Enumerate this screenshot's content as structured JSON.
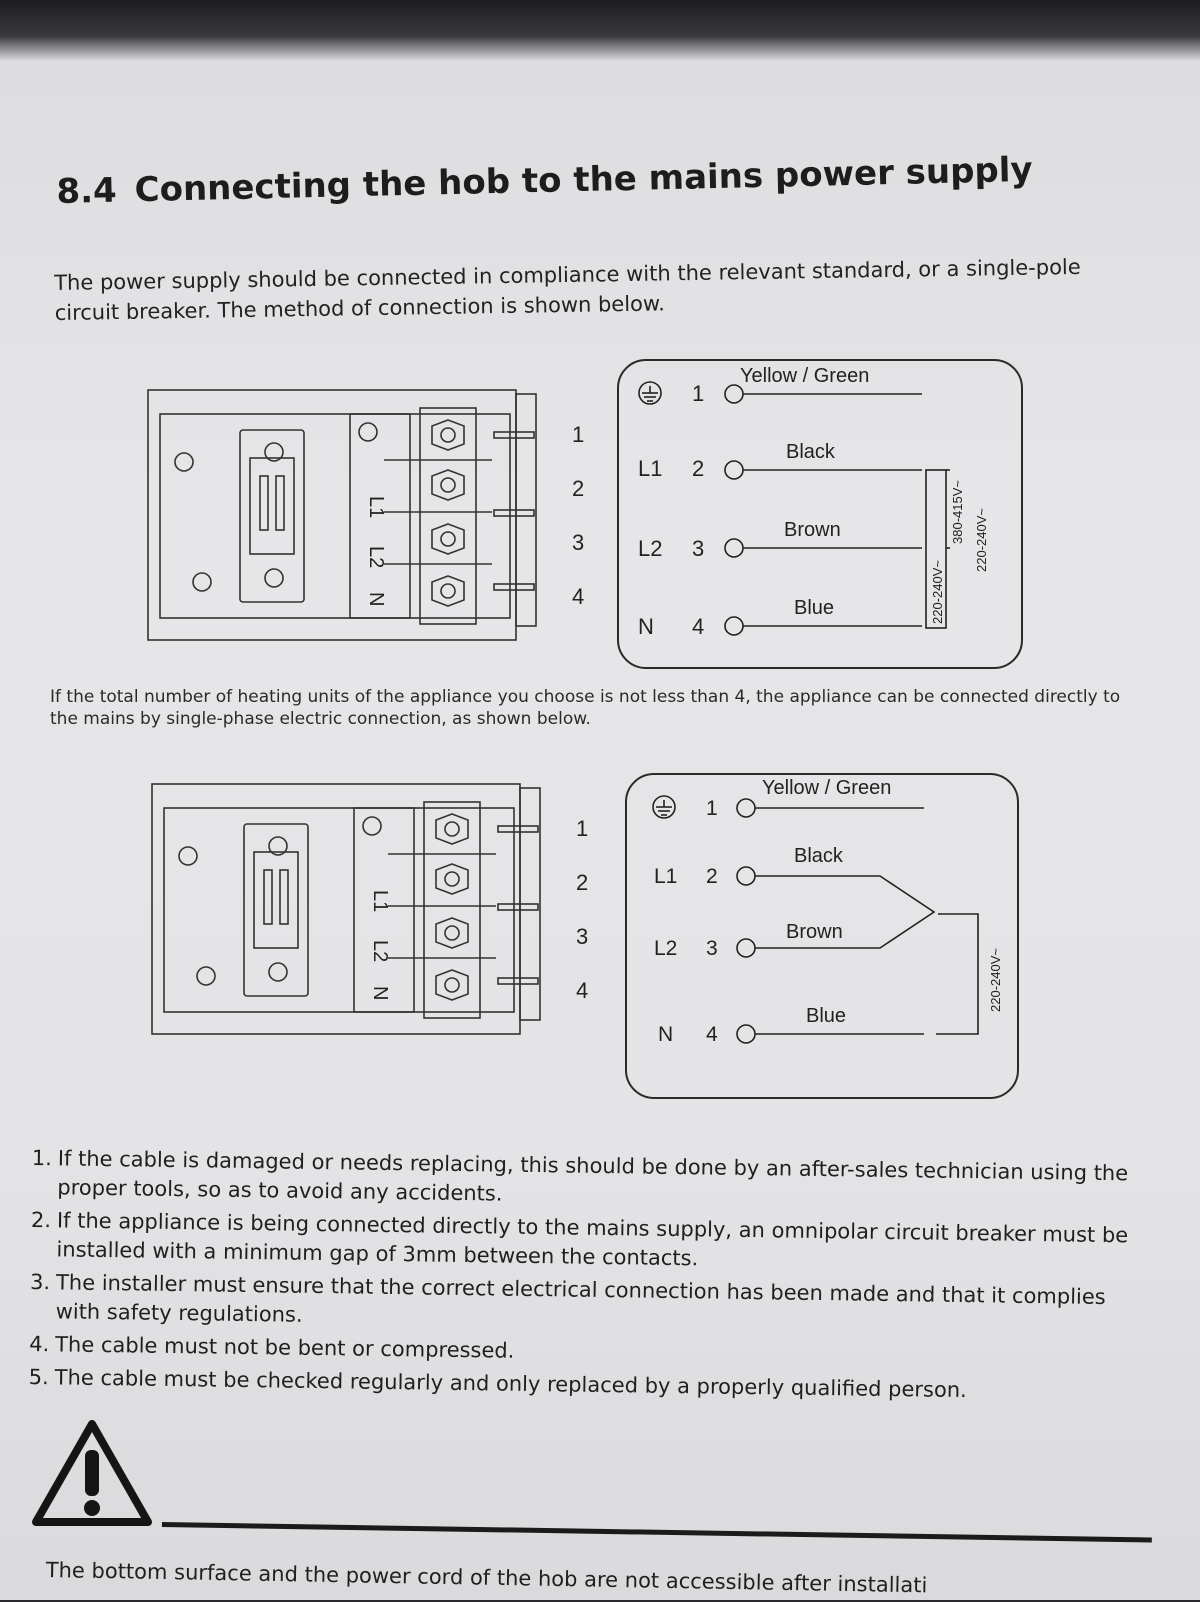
{
  "section": {
    "number": "8.4",
    "title": "Connecting the hob to the mains power supply"
  },
  "intro": "The power supply should be connected in compliance with the relevant standard, or a single-pole circuit breaker. The method of connection is shown below.",
  "terminal_block": {
    "labels": [
      "L1",
      "L2",
      "N"
    ],
    "numbers": [
      "1",
      "2",
      "3",
      "4"
    ]
  },
  "wiring": {
    "rows": [
      {
        "label": "",
        "num": "1",
        "wire": "Yellow / Green"
      },
      {
        "label": "L1",
        "num": "2",
        "wire": "Black"
      },
      {
        "label": "L2",
        "num": "3",
        "wire": "Brown"
      },
      {
        "label": "N",
        "num": "4",
        "wire": "Blue"
      }
    ],
    "voltage_a": "220-240V~",
    "voltage_b": "380-415V~",
    "voltage_c": "220-240V~",
    "voltage_single": "220-240V~"
  },
  "mid_note": "If the total number of heating units of the appliance you choose is not less than 4, the appliance can be connected directly to the mains by single-phase electric connection, as shown below.",
  "notes": [
    {
      "n": "1.",
      "text": "If the cable is damaged or needs replacing, this should be done by an after-sales technician using the proper tools, so as to avoid any accidents."
    },
    {
      "n": "2.",
      "text": "If the appliance is being connected directly to the mains supply, an omnipolar circuit breaker must be installed with a minimum gap of 3mm between the contacts."
    },
    {
      "n": "3.",
      "text": "The installer must ensure that the correct electrical connection has been made and that it complies with safety regulations."
    },
    {
      "n": "4.",
      "text": "The cable must not be bent or compressed."
    },
    {
      "n": "5.",
      "text": "The cable must be checked regularly and only replaced by a properly qualified person."
    }
  ],
  "warning": {
    "icon": "warning-triangle-icon"
  },
  "bottom_text": "The bottom surface and the power cord of the hob are not accessible after installati"
}
